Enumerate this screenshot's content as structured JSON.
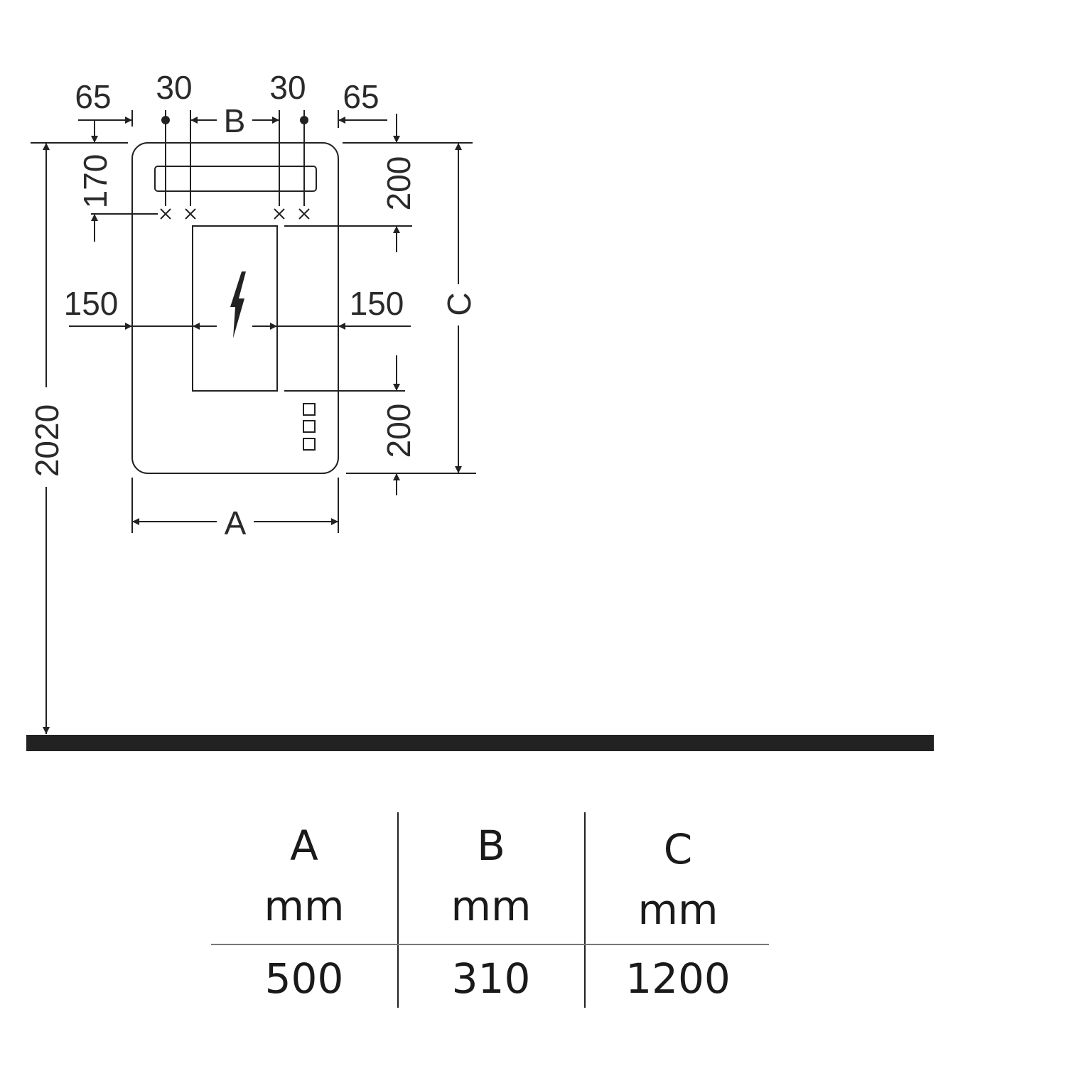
{
  "diagram": {
    "dims": {
      "left_offset": "65",
      "right_offset": "65",
      "left_hole_spacing": "30",
      "right_hole_spacing": "30",
      "hole_distance": "B",
      "top_hole_drop": "170",
      "top_outlet_gap": "200",
      "left_outlet_side": "150",
      "right_outlet_side": "150",
      "bottom_outlet_gap": "200",
      "height": "C",
      "width": "A",
      "floor_height": "2020"
    }
  },
  "table": {
    "columns": [
      {
        "letter": "A",
        "unit": "mm",
        "value": "500"
      },
      {
        "letter": "B",
        "unit": "mm",
        "value": "310"
      },
      {
        "letter": "C",
        "unit": "mm",
        "value": "1200"
      }
    ]
  }
}
